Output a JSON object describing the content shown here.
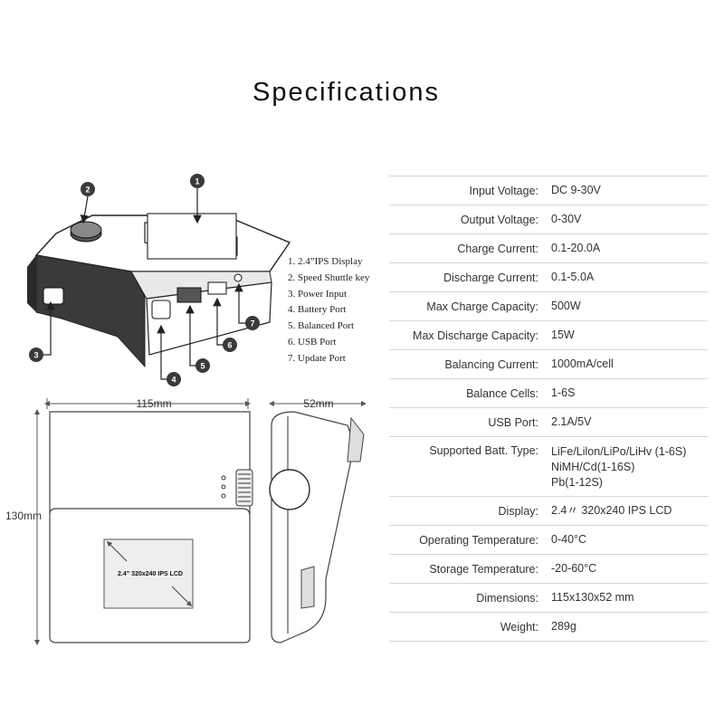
{
  "page": {
    "title": "Specifications"
  },
  "legend": [
    "1. 2.4”IPS Display",
    "2. Speed Shuttle key",
    "3. Power Input",
    "4. Battery Port",
    "5. Balanced Port",
    "6. USB Port",
    "7. Update Port"
  ],
  "badges": [
    "1",
    "2",
    "3",
    "4",
    "5",
    "6",
    "7"
  ],
  "dimensions": {
    "width": "115mm",
    "height": "130mm",
    "depth": "52mm",
    "lcd": "2.4” 320x240 IPS LCD"
  },
  "specs": [
    {
      "label": "Input Voltage:",
      "value": "DC 9-30V"
    },
    {
      "label": "Output Voltage:",
      "value": "0-30V"
    },
    {
      "label": "Charge Current:",
      "value": "0.1-20.0A"
    },
    {
      "label": "Discharge Current:",
      "value": "0.1-5.0A"
    },
    {
      "label": "Max Charge Capacity:",
      "value": "500W"
    },
    {
      "label": "Max Discharge Capacity:",
      "value": "15W"
    },
    {
      "label": "Balancing Current:",
      "value": "1000mA/cell"
    },
    {
      "label": "Balance Cells:",
      "value": "1-6S"
    },
    {
      "label": "USB Port:",
      "value": "2.1A/5V"
    },
    {
      "label": "Supported Batt. Type:",
      "lines": [
        "LiFe/Lilon/LiPo/LiHv (1-6S)",
        "NiMH/Cd(1-16S)",
        "Pb(1-12S)"
      ]
    },
    {
      "label": "Display:",
      "value": "2.4〃 320x240 IPS LCD"
    },
    {
      "label": "Operating Temperature:",
      "value": "0-40°C"
    },
    {
      "label": "Storage Temperature:",
      "value": "-20-60°C"
    },
    {
      "label": "Dimensions:",
      "value": "115x130x52 mm"
    },
    {
      "label": "Weight:",
      "value": "289g"
    }
  ]
}
